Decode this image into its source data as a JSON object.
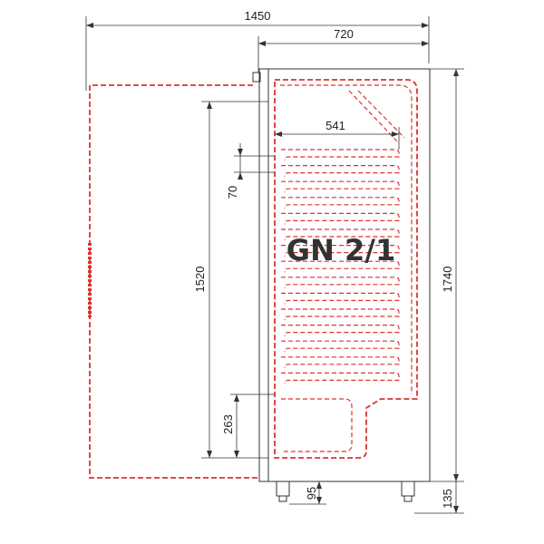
{
  "dimensions": {
    "overall_depth_open": "1450",
    "cabinet_depth": "720",
    "shelf_depth": "541",
    "rail_pitch": "70",
    "interior_height": "1520",
    "bottom_clearance": "263",
    "total_height": "1740",
    "foot_height_front": "95",
    "foot_height_total": "135"
  },
  "label": "GN 2/1",
  "colors": {
    "door_swing": "#d9352f",
    "line": "#333333"
  }
}
